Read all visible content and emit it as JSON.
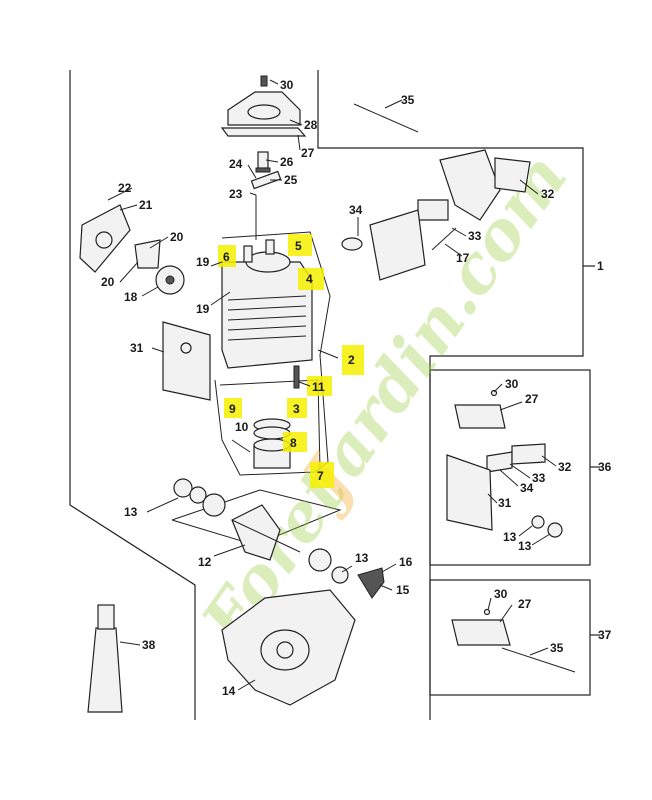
{
  "diagram": {
    "callouts": [
      {
        "id": "30a",
        "label": "30"
      },
      {
        "id": "28",
        "label": "28"
      },
      {
        "id": "27a",
        "label": "27"
      },
      {
        "id": "26",
        "label": "26"
      },
      {
        "id": "24",
        "label": "24"
      },
      {
        "id": "25",
        "label": "25"
      },
      {
        "id": "23",
        "label": "23"
      },
      {
        "id": "22",
        "label": "22"
      },
      {
        "id": "21",
        "label": "21"
      },
      {
        "id": "20a",
        "label": "20"
      },
      {
        "id": "20b",
        "label": "20"
      },
      {
        "id": "18",
        "label": "18"
      },
      {
        "id": "19a",
        "label": "19"
      },
      {
        "id": "19b",
        "label": "19"
      },
      {
        "id": "6",
        "label": "6"
      },
      {
        "id": "5",
        "label": "5"
      },
      {
        "id": "4",
        "label": "4"
      },
      {
        "id": "31a",
        "label": "31"
      },
      {
        "id": "2",
        "label": "2"
      },
      {
        "id": "11",
        "label": "11"
      },
      {
        "id": "9",
        "label": "9"
      },
      {
        "id": "10",
        "label": "10"
      },
      {
        "id": "3",
        "label": "3"
      },
      {
        "id": "8",
        "label": "8"
      },
      {
        "id": "7",
        "label": "7"
      },
      {
        "id": "13a",
        "label": "13"
      },
      {
        "id": "12",
        "label": "12"
      },
      {
        "id": "13b",
        "label": "13"
      },
      {
        "id": "16",
        "label": "16"
      },
      {
        "id": "15",
        "label": "15"
      },
      {
        "id": "38",
        "label": "38"
      },
      {
        "id": "14",
        "label": "14"
      },
      {
        "id": "35a",
        "label": "35"
      },
      {
        "id": "32a",
        "label": "32"
      },
      {
        "id": "34a",
        "label": "34"
      },
      {
        "id": "33a",
        "label": "33"
      },
      {
        "id": "17",
        "label": "17"
      },
      {
        "id": "1",
        "label": "1"
      },
      {
        "id": "30b",
        "label": "30"
      },
      {
        "id": "27b",
        "label": "27"
      },
      {
        "id": "32b",
        "label": "32"
      },
      {
        "id": "33b",
        "label": "33"
      },
      {
        "id": "34b",
        "label": "34"
      },
      {
        "id": "31b",
        "label": "31"
      },
      {
        "id": "13c",
        "label": "13"
      },
      {
        "id": "13d",
        "label": "13"
      },
      {
        "id": "36",
        "label": "36"
      },
      {
        "id": "30c",
        "label": "30"
      },
      {
        "id": "27c",
        "label": "27"
      },
      {
        "id": "35b",
        "label": "35"
      },
      {
        "id": "37",
        "label": "37"
      }
    ],
    "highlight_color": "#f4f000",
    "watermark": "ForetJardin.com"
  }
}
